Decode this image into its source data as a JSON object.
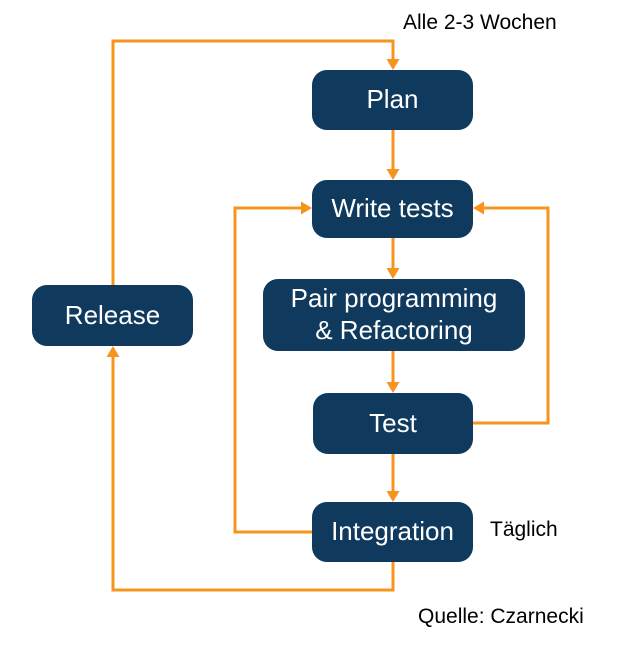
{
  "nodes": {
    "plan": {
      "label": "Plan"
    },
    "write_tests": {
      "label": "Write tests"
    },
    "pair": {
      "label_line1": "Pair programming",
      "label_line2": "& Refactoring"
    },
    "test": {
      "label": "Test"
    },
    "integration": {
      "label": "Integration"
    },
    "release": {
      "label": "Release"
    }
  },
  "annotations": {
    "cycle_label": "Alle 2-3 Wochen",
    "daily_label": "Täglich",
    "source_label": "Quelle: Czarnecki"
  },
  "colors": {
    "node_fill": "#0F3A5E",
    "node_text": "#FFFFFF",
    "arrow": "#F7941D",
    "annotation_text": "#000000",
    "background": "#FFFFFF"
  }
}
